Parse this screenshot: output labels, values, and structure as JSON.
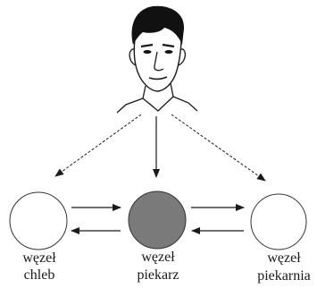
{
  "illustration": {
    "icon": "man-portrait"
  },
  "colors": {
    "ink": "#1a1a1a",
    "node_stroke": "#333333"
  },
  "nodes": [
    {
      "line1": "węzeł",
      "line2": "chleb",
      "fill": "#ffffff"
    },
    {
      "line1": "węzeł",
      "line2": "piekarz",
      "fill": "#7a7a7a"
    },
    {
      "line1": "węzeł",
      "line2": "piekarnia",
      "fill": "#ffffff"
    }
  ]
}
